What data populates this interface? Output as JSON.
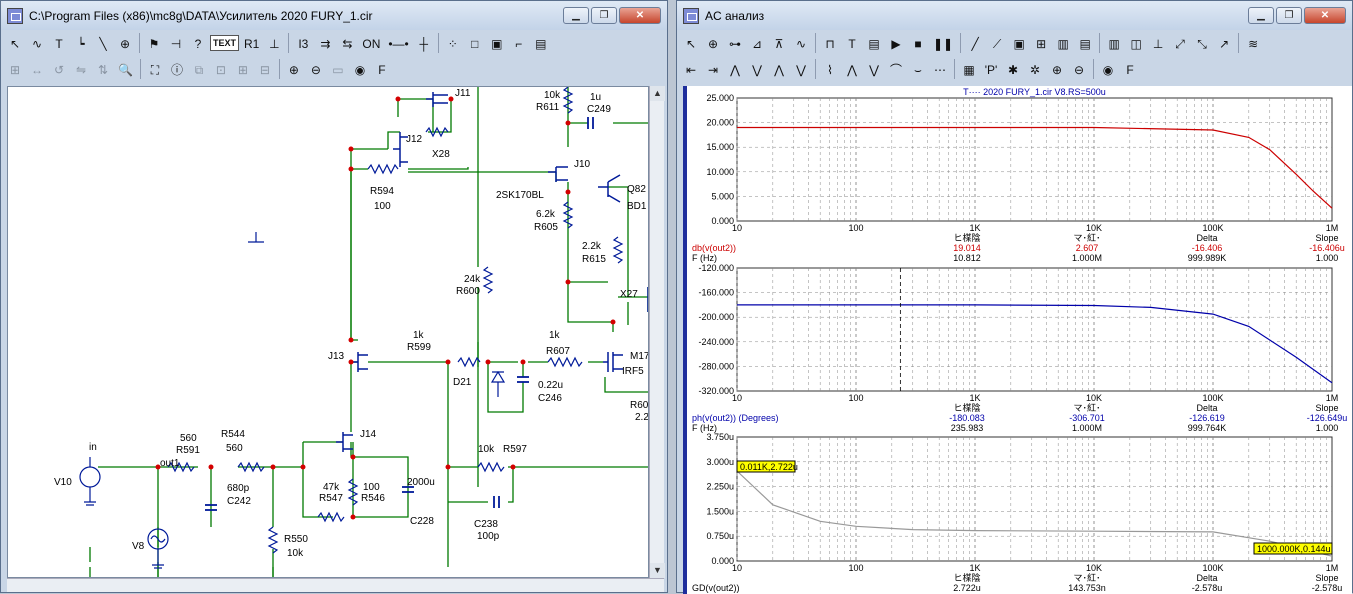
{
  "schematic_window": {
    "title": "C:\\Program Files (x86)\\mc8g\\DATA\\Усилитель 2020 FURY_1.cir",
    "controls": {
      "min": "▁",
      "max": "❐",
      "close": "✕"
    },
    "toolbar1": [
      {
        "name": "select-arrow-icon",
        "glyph": "↖"
      },
      {
        "name": "wire-icon",
        "glyph": "∿"
      },
      {
        "name": "text-tool-icon",
        "glyph": "T"
      },
      {
        "name": "ortho-wire-icon",
        "glyph": "┕"
      },
      {
        "name": "diagonal-wire-icon",
        "glyph": "╲"
      },
      {
        "name": "component-icon",
        "glyph": "⊕"
      },
      {
        "name": "flag-icon",
        "glyph": "⚑"
      },
      {
        "name": "pin-icon",
        "glyph": "⊣"
      },
      {
        "name": "help-icon",
        "glyph": "?"
      },
      {
        "name": "text-mode-icon",
        "glyph": "TEXT",
        "boxed": true
      },
      {
        "name": "node-numbers-icon",
        "glyph": "R1"
      },
      {
        "name": "pin-connection-icon",
        "glyph": "⊥"
      },
      {
        "name": "attribute-text-icon",
        "glyph": "I3"
      },
      {
        "name": "arrows-icon",
        "glyph": "⇉"
      },
      {
        "name": "current-arrows-icon",
        "glyph": "⇆"
      },
      {
        "name": "on-off-icon",
        "glyph": "ON"
      },
      {
        "name": "dot-line-icon",
        "glyph": "•—•"
      },
      {
        "name": "crosshair-icon",
        "glyph": "┼"
      },
      {
        "name": "grid-icon",
        "glyph": "⁘"
      },
      {
        "name": "box-icon",
        "glyph": "□"
      },
      {
        "name": "window-box-icon",
        "glyph": "▣"
      },
      {
        "name": "tool-icon",
        "glyph": "⌐"
      },
      {
        "name": "properties-icon",
        "glyph": "▤"
      }
    ],
    "toolbar2": [
      {
        "name": "align-icon",
        "glyph": "⊞",
        "gray": true
      },
      {
        "name": "step-icon",
        "glyph": "↔",
        "gray": true
      },
      {
        "name": "rotate-icon",
        "glyph": "↺",
        "gray": true
      },
      {
        "name": "flip-icon",
        "glyph": "⇋",
        "gray": true
      },
      {
        "name": "mirror-icon",
        "glyph": "⇅",
        "gray": true
      },
      {
        "name": "find-icon",
        "glyph": "🔍"
      },
      {
        "name": "binoculars-icon",
        "glyph": "⛶"
      },
      {
        "name": "info-icon",
        "glyph": "ⓘ"
      },
      {
        "name": "copy-icon",
        "glyph": "⧉",
        "gray": true
      },
      {
        "name": "paste-icon",
        "glyph": "⊡",
        "gray": true
      },
      {
        "name": "add-page-icon",
        "glyph": "⊞",
        "gray": true
      },
      {
        "name": "remove-page-icon",
        "glyph": "⊟",
        "gray": true
      },
      {
        "name": "zoom-in-icon",
        "glyph": "⊕"
      },
      {
        "name": "zoom-out-icon",
        "glyph": "⊖"
      },
      {
        "name": "flag-menu-icon",
        "glyph": "▭",
        "gray": true
      },
      {
        "name": "color-icon",
        "glyph": "◉"
      },
      {
        "name": "font-icon",
        "glyph": "F"
      }
    ],
    "labels": {
      "J11": "J11",
      "J12": "J12",
      "X28": "X28",
      "R594": "R594",
      "R594v": "100",
      "J10": "J10",
      "J10m": "2SK170BL",
      "R611v": "10k",
      "R611": "R611",
      "C249v": "1u",
      "C249": "C249",
      "Q82": "Q82",
      "BD1": "BD1",
      "R605v": "6.2k",
      "R605": "R605",
      "R615v": "2.2k",
      "R615": "R615",
      "X27": "X27",
      "R600v": "24k",
      "R600": "R600",
      "J13": "J13",
      "R599v": "1k",
      "R599": "R599",
      "R607v": "1k",
      "R607": "R607",
      "M17": "M17",
      "IRF5": "IRF5",
      "D21": "D21",
      "C246v": "0.22u",
      "C246": "C246",
      "R60": "R60",
      "R60v": "2.2",
      "J14": "J14",
      "in": "in",
      "out1": "out1",
      "R591v": "560",
      "R591": "R591",
      "R544": "R544",
      "R544v": "560",
      "V10": "V10",
      "C242v": "680p",
      "C242": "C242",
      "R547v": "47k",
      "R547": "R547",
      "R546v": "100",
      "R546": "R546",
      "C228v": "2000u",
      "C228": "C228",
      "R597v": "10k",
      "R597": "R597",
      "C238": "C238",
      "C238v": "100p",
      "V8": "V8",
      "R550": "R550",
      "R550v": "10k",
      "plus": "+"
    }
  },
  "ac_window": {
    "title": "AC анализ",
    "controls": {
      "min": "▁",
      "max": "❐",
      "close": "✕"
    },
    "toolbar1": [
      {
        "name": "select-arrow-icon",
        "glyph": "↖"
      },
      {
        "name": "component-icon",
        "glyph": "⊕"
      },
      {
        "name": "scale-icon",
        "glyph": "⊶"
      },
      {
        "name": "data-points-icon",
        "glyph": "⊿"
      },
      {
        "name": "tokens-icon",
        "glyph": "⊼"
      },
      {
        "name": "wave-icon",
        "glyph": "∿"
      },
      {
        "name": "ortho-icon",
        "glyph": "⊓"
      },
      {
        "name": "text-tool-icon",
        "glyph": "T"
      },
      {
        "name": "properties-icon",
        "glyph": "▤"
      },
      {
        "name": "run-icon",
        "glyph": "▶"
      },
      {
        "name": "stop-icon",
        "glyph": "■"
      },
      {
        "name": "pause-icon",
        "glyph": "❚❚"
      },
      {
        "name": "line-icon",
        "glyph": "╱"
      },
      {
        "name": "diag-icon",
        "glyph": "⟋"
      },
      {
        "name": "frame-icon",
        "glyph": "▣"
      },
      {
        "name": "grid-icon",
        "glyph": "⊞"
      },
      {
        "name": "minor-grid-icon",
        "glyph": "▥"
      },
      {
        "name": "major-grid-icon",
        "glyph": "▤"
      },
      {
        "name": "vert-grid-icon",
        "glyph": "▥"
      },
      {
        "name": "horiz-grid-icon",
        "glyph": "◫"
      },
      {
        "name": "bottom-icon",
        "glyph": "⊥"
      },
      {
        "name": "cursor-icon",
        "glyph": "⤢"
      },
      {
        "name": "cursor2-icon",
        "glyph": "⤡"
      },
      {
        "name": "cursor3-icon",
        "glyph": "↗"
      },
      {
        "name": "wave-color-icon",
        "glyph": "≋"
      }
    ],
    "toolbar2": [
      {
        "name": "left-cursor-icon",
        "glyph": "⇤"
      },
      {
        "name": "right-cursor-icon",
        "glyph": "⇥"
      },
      {
        "name": "peak-icon",
        "glyph": "⋀"
      },
      {
        "name": "valley-icon",
        "glyph": "⋁"
      },
      {
        "name": "high-icon",
        "glyph": "⋀"
      },
      {
        "name": "low-icon",
        "glyph": "⋁"
      },
      {
        "name": "inflection-icon",
        "glyph": "⌇"
      },
      {
        "name": "global-high-icon",
        "glyph": "⋀"
      },
      {
        "name": "global-low-icon",
        "glyph": "⋁"
      },
      {
        "name": "top-icon",
        "glyph": "⌒"
      },
      {
        "name": "bottom-peak-icon",
        "glyph": "⌣"
      },
      {
        "name": "next-icon",
        "glyph": "⋯"
      },
      {
        "name": "table-icon",
        "glyph": "▦"
      },
      {
        "name": "p-icon",
        "glyph": "'P'"
      },
      {
        "name": "label-icon",
        "glyph": "✱"
      },
      {
        "name": "label2-icon",
        "glyph": "✲"
      },
      {
        "name": "zoom-in-icon",
        "glyph": "⊕"
      },
      {
        "name": "zoom-out-icon",
        "glyph": "⊖"
      },
      {
        "name": "color-icon",
        "glyph": "◉"
      },
      {
        "name": "font-icon",
        "glyph": "F"
      }
    ],
    "plot1": {
      "title": "Т···· 2020 FURY_1.cir V8.RS=500u",
      "yticks": [
        "25.000",
        "20.000",
        "15.000",
        "10.000",
        "5.000",
        "0.000"
      ],
      "xticks": [
        "10",
        "100",
        "1K",
        "10K",
        "100K",
        "1M"
      ],
      "hdr": [
        "ヒ楳陰",
        "マ･紅･",
        "Delta",
        "Slope"
      ],
      "row1": [
        "db(v(out2))",
        "19.014",
        "2.607",
        "-16.406",
        "-16.406u"
      ],
      "row2": [
        "F (Hz)",
        "10.812",
        "1.000M",
        "999.989K",
        "1.000"
      ],
      "color": "#cc0000"
    },
    "plot2": {
      "yticks": [
        "-120.000",
        "-160.000",
        "-200.000",
        "-240.000",
        "-280.000",
        "-320.000"
      ],
      "xticks": [
        "10",
        "100",
        "1K",
        "10K",
        "100K",
        "1M"
      ],
      "hdr": [
        "ヒ楳陰",
        "マ･紅･",
        "Delta",
        "Slope"
      ],
      "row1": [
        "ph(v(out2)) (Degrees)",
        "-180.083",
        "-306.701",
        "-126.619",
        "-126.649u"
      ],
      "row2": [
        "F (Hz)",
        "235.983",
        "1.000M",
        "999.764K",
        "1.000"
      ],
      "color": "#0000aa"
    },
    "plot3": {
      "yticks": [
        "3.750u",
        "3.000u",
        "2.250u",
        "1.500u",
        "0.750u",
        "0.000"
      ],
      "xticks": [
        "10",
        "100",
        "1K",
        "10K",
        "100K",
        "1M"
      ],
      "hdr": [
        "ヒ楳陰",
        "マ･紅･",
        "Delta",
        "Slope"
      ],
      "row1": [
        "GD(v(out2))",
        "2.722u",
        "143.753n",
        "-2.578u",
        "-2.578u"
      ],
      "tag_left": "0.011K,2.722u",
      "tag_right": "1000.000K,0.144u",
      "color": "#999999"
    }
  },
  "chart_data": [
    {
      "type": "line",
      "ylabel": "",
      "xlabel": "",
      "x_scale": "log",
      "xlim": [
        10,
        1000000
      ],
      "ylim": [
        0,
        25
      ],
      "grid": true,
      "series": [
        {
          "name": "db(v(out2))",
          "x": [
            10,
            100,
            1000,
            10000,
            100000,
            200000,
            300000,
            500000,
            700000,
            1000000
          ],
          "y": [
            19.01,
            19.01,
            19.01,
            19.01,
            18.5,
            17.0,
            14.5,
            9.5,
            6.0,
            2.6
          ]
        }
      ]
    },
    {
      "type": "line",
      "ylabel": "",
      "xlabel": "",
      "x_scale": "log",
      "xlim": [
        10,
        1000000
      ],
      "ylim": [
        -320,
        -120
      ],
      "grid": true,
      "series": [
        {
          "name": "ph(v(out2)) (Degrees)",
          "x": [
            10,
            100,
            1000,
            10000,
            30000,
            100000,
            200000,
            500000,
            1000000
          ],
          "y": [
            -180,
            -180,
            -180,
            -181,
            -184,
            -195,
            -215,
            -265,
            -306.7
          ]
        }
      ]
    },
    {
      "type": "line",
      "ylabel": "",
      "xlabel": "",
      "x_scale": "log",
      "xlim": [
        10,
        1000000
      ],
      "ylim": [
        0,
        3.75
      ],
      "grid": true,
      "series": [
        {
          "name": "GD(v(out2))",
          "x": [
            10,
            20,
            50,
            100,
            300,
            1000,
            10000,
            100000,
            300000,
            1000000
          ],
          "y": [
            2.722,
            1.7,
            1.2,
            1.05,
            0.95,
            0.92,
            0.9,
            0.88,
            0.6,
            0.144
          ]
        }
      ]
    }
  ]
}
